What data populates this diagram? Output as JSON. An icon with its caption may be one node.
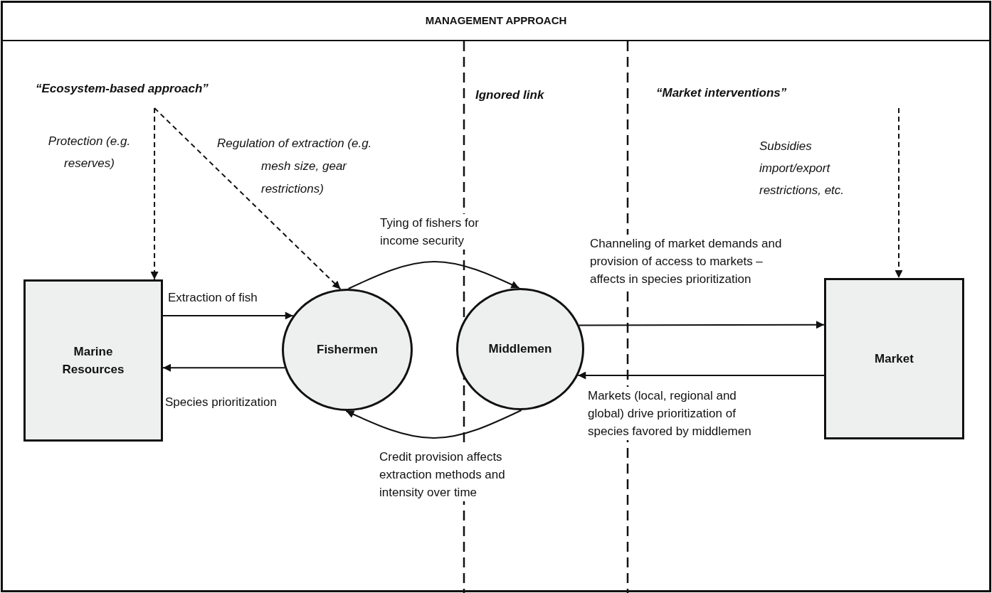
{
  "diagram": {
    "title": "MANAGEMENT APPROACH",
    "nodes": [
      {
        "text": [
          "Marine Resources"
        ]
      },
      {
        "text": [
          "Fishermen"
        ]
      },
      {
        "text": [
          "Middlemen"
        ]
      },
      {
        "text": [
          "Market"
        ]
      },
      {
        "text": [
          "“Ecosystem-based approach”"
        ]
      }
    ],
    "edges": [
      {
        "from": 4,
        "to": 0,
        "arrow": "to",
        "style": "dashed",
        "label": "Protection (e.g. reserves)"
      },
      {
        "from": 4,
        "to": 1,
        "arrow": "to",
        "style": "dashed",
        "label": "Regulation of extraction (e.g. mesh size, gear restrictions)"
      },
      {
        "from": 0,
        "to": 1,
        "arrow": "to",
        "label": "Extraction of fish"
      },
      {
        "from": 1,
        "to": 0,
        "arrow": "to",
        "label": "Species prioritization"
      },
      {
        "from": 1,
        "to": 2,
        "arrow": "to",
        "label": "Tying of fishers for income security"
      },
      {
        "from": 2,
        "to": 1,
        "arrow": "to",
        "label": "Credit provision affects extraction methods and intensity over time"
      },
      {
        "from": 2,
        "to": 3,
        "arrow": "to",
        "label": "Channeling of market demands and provision of access to markets –affects in species prioritization"
      },
      {
        "from": 3,
        "to": 2,
        "arrow": "to",
        "label": "Markets (local, regional and global) drive prioritization of species favored by middlemen"
      },
      {
        "from": null,
        "to": 3,
        "arrow": "to",
        "style": "dashed",
        "label": "Subsidies import/export restrictions, etc."
      }
    ],
    "labels": [
      "Ignored link",
      "“Market interventions”"
    ]
  }
}
